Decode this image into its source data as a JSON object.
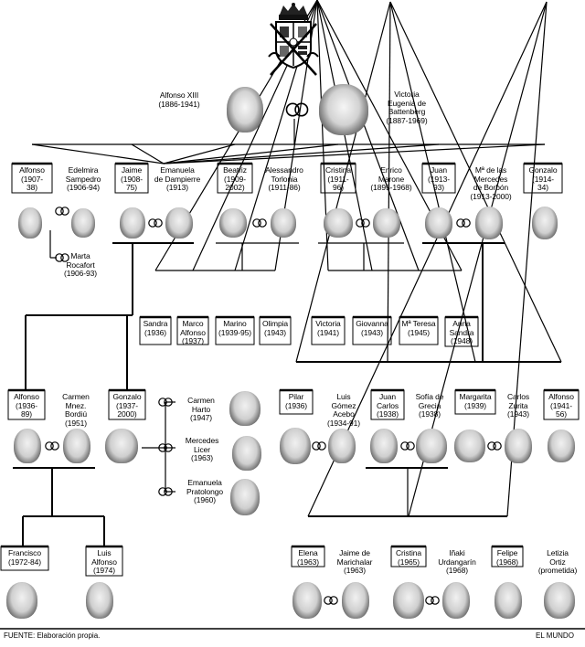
{
  "title_crest": "royal-coat-of-arms",
  "people": {
    "alfonso_xiii": "Alfonso XIII\n(1886-1941)",
    "victoria_eugenia": "Victoria\nEugenia de\nBattenberg\n(1887-1969)",
    "alfonso_1907": "Alfonso\n(1907-\n38)",
    "edelmira": "Edelmira\nSampedro\n(1906-94)",
    "marta": "Marta\nRocafort\n(1906-93)",
    "jaime": "Jaime\n(1908-\n75)",
    "emanuela_dampierre": "Emanuela\nde Dampierre\n(1913)",
    "beatriz": "Beatriz\n(1909-\n2002)",
    "alessandro": "Alessandro\nTorlonia\n(1911-86)",
    "cristina_1911": "Cristina\n(1911-\n96)",
    "enrico": "Enrico\nMarone\n(1895-1968)",
    "juan": "Juan\n(1913-\n93)",
    "mercedes": "Mª de las\nMercedes\nde Borbón\n(1913-2000)",
    "gonzalo_1914": "Gonzalo\n(1914-\n34)",
    "sandra_1936": "Sandra\n(1936)",
    "marco": "Marco\nAlfonso\n(1937)",
    "marino": "Marino\n(1939-95)",
    "olimpia": "Olimpia\n(1943)",
    "victoria_1941": "Victoria\n(1941)",
    "giovanna": "Giovanna\n(1943)",
    "mteresa": "Mª Teresa\n(1945)",
    "anna_sandra": "Anna\nSandra\n(1948)",
    "alfonso_1936": "Alfonso\n(1936-\n89)",
    "carmen_bordiu": "Carmen\nMnez.\nBordiú\n(1951)",
    "gonzalo_1937": "Gonzalo\n(1937-\n2000)",
    "carmen_harto": "Carmen\nHarto\n(1947)",
    "mercedes_licer": "Mercedes\nLicer\n(1963)",
    "emanuela_pratolongo": "Emanuela\nPratolongo\n(1960)",
    "pilar": "Pilar\n(1936)",
    "luis_gomez": "Luis\nGómez\nAcebo\n(1934-91)",
    "juan_carlos": "Juan\nCarlos\n(1938)",
    "sofia": "Sofía de\nGrecia\n(1938)",
    "margarita": "Margarita\n(1939)",
    "carlos_zurita": "Carlos\nZurita\n(1943)",
    "alfonso_1941": "Alfonso\n(1941-\n56)",
    "francisco": "Francisco\n(1972-84)",
    "luis_alfonso": "Luis\nAlfonso\n(1974)",
    "elena": "Elena\n(1963)",
    "jaime_marichalar": "Jaime de\nMarichalar\n(1963)",
    "cristina_1965": "Cristina\n(1965)",
    "inaki": "Iñaki\nUrdangarín\n(1968)",
    "felipe": "Felipe\n(1968)",
    "letizia": "Letizia\nOrtiz\n(prometida)"
  },
  "footer": {
    "source": "FUENTE: Elaboración propia.",
    "credit": "EL MUNDO"
  }
}
